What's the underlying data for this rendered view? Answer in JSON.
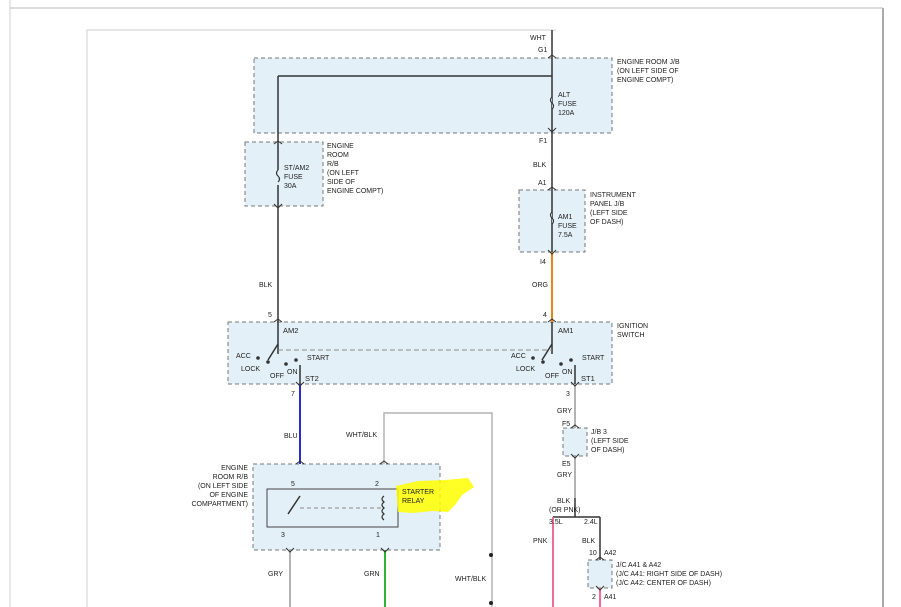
{
  "wires": {
    "wht_top": "WHT",
    "blk_right": "BLK",
    "blk_left": "BLK",
    "org": "ORG",
    "blu": "BLU",
    "wht_blk_1": "WHT/BLK",
    "wht_blk_2": "WHT/BLK",
    "gry_right": "GRY",
    "gry_right_2": "GRY",
    "blk_or_pnk": [
      "BLK",
      "(OR PNK)"
    ],
    "size_3_5": "3.5L",
    "size_2_4": "2.4L",
    "pnk": "PNK",
    "blk_lower": "BLK",
    "gry_bottom": "GRY",
    "grn_bottom": "GRN"
  },
  "pins": {
    "g1": "G1",
    "f1": "F1",
    "a1": "A1",
    "i4": "I4",
    "p5_left": "5",
    "p4_right": "4",
    "p7": "7",
    "p3_right": "3",
    "f5": "F5",
    "e5": "E5",
    "relay_5": "5",
    "relay_2": "2",
    "relay_3": "3",
    "relay_1": "1",
    "a42_10": "10",
    "a42": "A42",
    "a41_2": "2",
    "a41": "A41"
  },
  "engine_room_jb": {
    "label": [
      "ENGINE ROOM J/B",
      "(ON LEFT SIDE OF",
      "ENGINE COMPT)"
    ],
    "fuse": [
      "ALT",
      "FUSE",
      "120A"
    ]
  },
  "engine_room_rb": {
    "label": [
      "ENGINE",
      "ROOM",
      "R/B",
      "(ON LEFT",
      "SIDE OF",
      "ENGINE COMPT)"
    ],
    "fuse": [
      "ST/AM2",
      "FUSE",
      "30A"
    ]
  },
  "instrument_panel_jb": {
    "label": [
      "INSTRUMENT",
      "PANEL J/B",
      "(LEFT SIDE",
      "OF DASH)"
    ],
    "fuse": [
      "AM1",
      "FUSE",
      "7.5A"
    ]
  },
  "ignition_switch": {
    "label": [
      "IGNITION",
      "SWITCH"
    ],
    "left": {
      "am": "AM2",
      "acc": "ACC",
      "lock": "LOCK",
      "off": "OFF",
      "on": "ON",
      "start": "START",
      "st": "ST2"
    },
    "right": {
      "am": "AM1",
      "acc": "ACC",
      "lock": "LOCK",
      "off": "OFF",
      "on": "ON",
      "start": "START",
      "st": "ST1"
    }
  },
  "jb3": {
    "label": [
      "J/B 3",
      "(LEFT SIDE",
      "OF DASH)"
    ]
  },
  "starter_relay_box": {
    "label": [
      "ENGINE",
      "ROOM R/B",
      "(ON LEFT SIDE",
      "OF ENGINE",
      "COMPARTMENT)"
    ],
    "relay": [
      "STARTER",
      "RELAY"
    ]
  },
  "jc": {
    "label": [
      "J/C A41 & A42",
      "(J/C A41: RIGHT SIDE OF DASH)",
      "(J/C A42: CENTER OF DASH)"
    ]
  },
  "colors": {
    "wire_black": "#333333",
    "wire_orange": "#e8841c",
    "wire_blue": "#2a2ad0",
    "wire_gray": "#b4b4b4",
    "wire_green": "#33b233",
    "wire_pink": "#f06a9a",
    "box_fill": "#e3f0f7",
    "highlight": "#ffff00"
  }
}
